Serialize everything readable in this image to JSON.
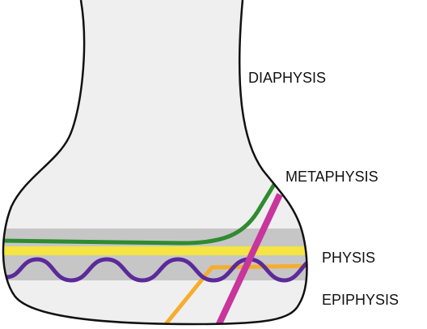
{
  "labels": {
    "diaphysis": "DIAPHYSIS",
    "metaphysis": "METAPHYSIS",
    "physis": "PHYSIS",
    "epiphysis": "EPIPHYSIS"
  },
  "colors": {
    "bone_fill": "#efefef",
    "bone_outline": "#111111",
    "physis_band": "#c6c6c6",
    "yellow_line": "#f4e542",
    "green_line": "#2e8b2e",
    "purple_wave": "#5b2a9a",
    "magenta_line": "#c8359d",
    "orange_line": "#f5ad2e"
  }
}
